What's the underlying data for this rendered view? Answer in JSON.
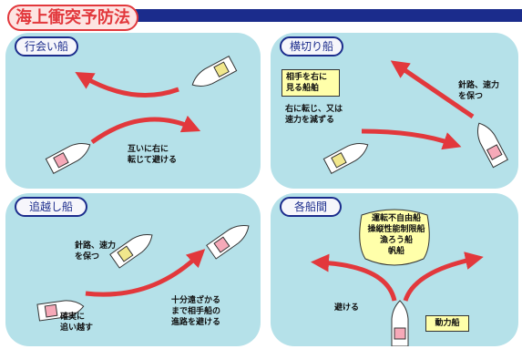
{
  "title": "海上衝突予防法",
  "colors": {
    "navy": "#1b2c8c",
    "red": "#e2383c",
    "panel": "#b5e1e9",
    "bow": "#f6a9b8",
    "bow_other": "#f1e78c",
    "note": "#ffffaa"
  },
  "panels": {
    "head_on": {
      "label": "行会い船",
      "note_l1": "互いに右に",
      "note_l2": "転じて避ける"
    },
    "crossing": {
      "label": "横切り船",
      "box_l1": "相手を右に",
      "box_l2": "見る船舶",
      "note_l1": "右に転じ、又は",
      "note_l2": "速力を減ずる",
      "keep_l1": "針路、速力",
      "keep_l2": "を保つ"
    },
    "overtaking": {
      "label": "追越し船",
      "keep_l1": "針路、速力",
      "keep_l2": "を保つ",
      "overtake_l1": "確実に",
      "overtake_l2": "追い越す",
      "clear_l1": "十分遠ざかる",
      "clear_l2": "まで相手船の",
      "clear_l3": "進路を避ける"
    },
    "between": {
      "label": "各船間",
      "cloud_items": [
        "運転不自由船",
        "操縦性能制限船",
        "漁ろう船",
        "帆船"
      ],
      "avoid": "避ける",
      "power": "動力船"
    }
  }
}
